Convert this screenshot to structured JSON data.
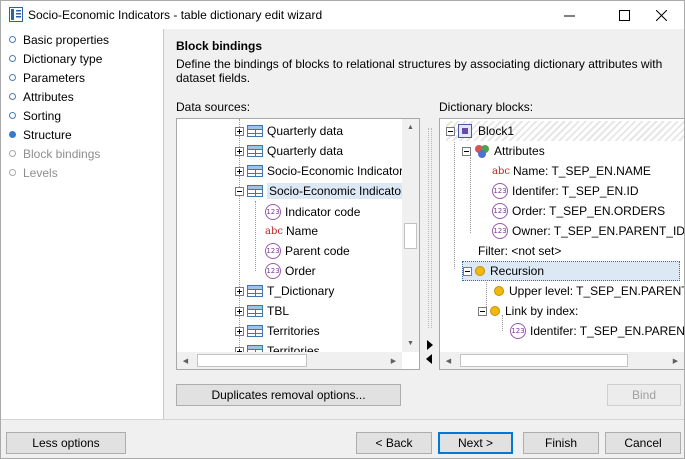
{
  "window": {
    "title": "Socio-Economic Indicators - table dictionary edit wizard"
  },
  "nav": {
    "items": [
      {
        "label": "Basic properties",
        "state": "normal"
      },
      {
        "label": "Dictionary type",
        "state": "normal"
      },
      {
        "label": "Parameters",
        "state": "normal"
      },
      {
        "label": "Attributes",
        "state": "normal"
      },
      {
        "label": "Sorting",
        "state": "normal"
      },
      {
        "label": "Structure",
        "state": "active"
      },
      {
        "label": "Block bindings",
        "state": "disabled"
      },
      {
        "label": "Levels",
        "state": "disabled"
      }
    ]
  },
  "main": {
    "title": "Block bindings",
    "description": "Define the bindings of blocks to relational structures by associating dictionary attributes with dataset fields."
  },
  "data_sources": {
    "label": "Data sources:",
    "items": [
      {
        "label": "Quarterly data",
        "icon": "table-icon",
        "expander": "plus"
      },
      {
        "label": "Quarterly data",
        "icon": "table-icon",
        "expander": "plus"
      },
      {
        "label": "Socio-Economic Indicators",
        "icon": "table-icon",
        "expander": "plus"
      },
      {
        "label": "Socio-Economic Indicators",
        "icon": "table-icon",
        "expander": "minus"
      },
      {
        "label": "Indicator code",
        "icon": "number-icon"
      },
      {
        "label": "Name",
        "icon": "text-icon"
      },
      {
        "label": "Parent code",
        "icon": "number-icon"
      },
      {
        "label": "Order",
        "icon": "number-icon"
      },
      {
        "label": "T_Dictionary",
        "icon": "table-icon",
        "expander": "plus"
      },
      {
        "label": "TBL",
        "icon": "table-icon",
        "expander": "plus"
      },
      {
        "label": "Territories",
        "icon": "table-icon",
        "expander": "plus"
      },
      {
        "label": "Territories",
        "icon": "table-icon",
        "expander": "plus"
      }
    ]
  },
  "dictionary_blocks": {
    "label": "Dictionary blocks:",
    "block": "Block1",
    "attributes_label": "Attributes",
    "attributes": [
      {
        "label": "Name: T_SEP_EN.NAME",
        "icon": "text-icon"
      },
      {
        "label": "Identifer: T_SEP_EN.ID",
        "icon": "number-icon"
      },
      {
        "label": "Order: T_SEP_EN.ORDERS",
        "icon": "number-icon"
      },
      {
        "label": "Owner: T_SEP_EN.PARENT_ID",
        "icon": "number-icon"
      }
    ],
    "filter": "Filter: <not set>",
    "recursion": "Recursion",
    "upper_level": "Upper level: T_SEP_EN.PARENT_ID",
    "link_by_index": "Link by index:",
    "link_identifier": "Identifer: T_SEP_EN.PARENT_ID"
  },
  "buttons": {
    "duplicates": "Duplicates removal options...",
    "bind": "Bind",
    "less_options": "Less options",
    "back": "< Back",
    "next": "Next >",
    "finish": "Finish",
    "cancel": "Cancel"
  },
  "icon_glyphs": {
    "number": "123",
    "text": "abc"
  }
}
